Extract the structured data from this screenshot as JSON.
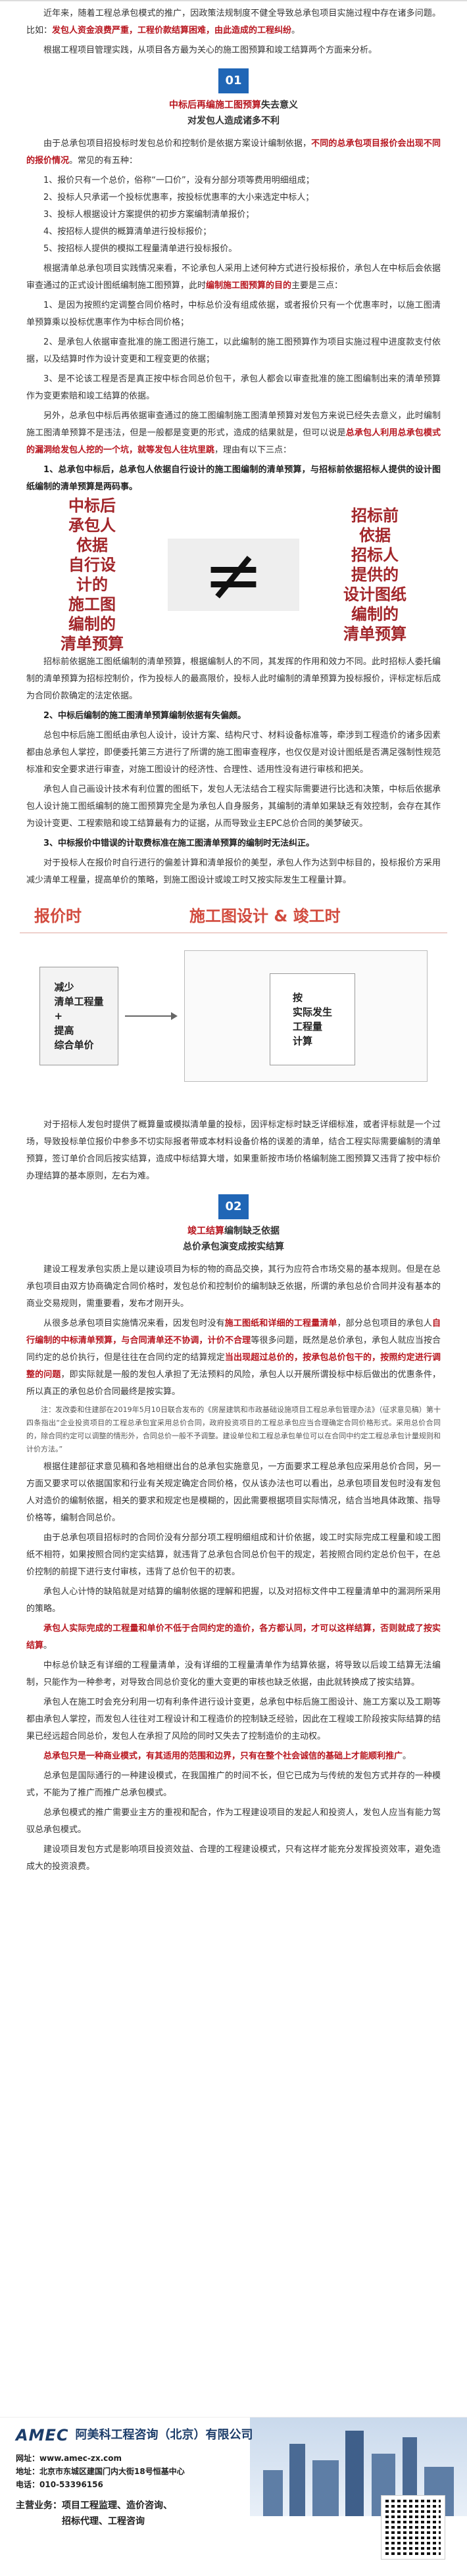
{
  "intro": {
    "p1_a": "近年来，随着工程总承包模式的推广，因政策法规制度不健全导致总承包项目实施过程中存在诸多问题。比如：",
    "p1_red": "发包人资金浪费严重，工程价款结算困难，由此造成的工程纠纷",
    "p1_b": "。",
    "p2": "根据工程项目管理实践，从项目各方最为关心的施工图预算和竣工结算两个方面来分析。"
  },
  "section1": {
    "badge": "01",
    "title_red": "中标后再编施工图预算",
    "title_rest": "失去意义",
    "subtitle": "对发包人造成诸多不利",
    "p1_a": "由于总承包项目招投标时发包总价和控制价是依据方案设计编制依据，",
    "p1_red": "不同的总承包项目报价会出现不同的报价情况",
    "p1_b": "。常见的有五种：",
    "list": [
      "1、报价只有一个总价，俗称“一口价”，没有分部分项等费用明细组成；",
      "2、投标人只承诺一个投标优惠率，按投标优惠率的大小来选定中标人；",
      "3、投标人根据设计方案提供的初步方案编制清单报价；",
      "4、按招标人提供的概算清单进行投标报价；",
      "5、按招标人提供的模拟工程量清单进行投标报价。"
    ],
    "p2_a": "根据清单总承包项目实践情况来看，不论承包人采用上述何种方式进行投标报价，承包人在中标后会依据审查通过的正式设计图纸编制施工图预算，此时",
    "p2_red": "编制施工图预算的目的",
    "p2_b": "主要是三点：",
    "p3": "1、是因为按照约定调整合同价格时，中标总价没有组成依据，或者报价只有一个优惠率时，以施工图清单预算乘以投标优惠率作为中标合同价格；",
    "p4": "2、是承包人依据审查批准的施工图进行施工，以此编制的施工图预算作为项目实施过程中进度款支付依据，以及结算时作为设计变更和工程变更的依据；",
    "p5": "3、是不论该工程是否是真正按中标合同总价包干，承包人都会以审查批准的施工图编制出来的清单预算作为变更索赔和竣工结算的依据。",
    "p6_a": "另外，总承包中标后再依据审查通过的施工图编制施工图清单预算对发包方来说已经失去意义，此时编制施工图清单预算不是违法，但是一般都是变更的形式，造成的结果就是，但可以说是",
    "p6_red": "总承包人利用总承包模式的漏洞给发包人挖的一个坑，就等发包人往坑里跳",
    "p6_b": "，理由有以下三点：",
    "point1": "1、总承包中标后，总承包人依据自行设计的施工图编制的清单预算，与招标前依据招标人提供的设计图纸编制的清单预算是两码事。",
    "fig1_left": "中标后\n承包人\n依据\n自行设\n计的\n施工图\n编制的\n清单预算",
    "fig1_symbol": "≠",
    "fig1_right": "招标前\n依据\n招标人\n提供的\n设计图纸\n编制的\n清单预算",
    "p7": "招标前依据施工图纸编制的清单预算，根据编制人的不同，其发挥的作用和效力不同。此时招标人委托编制的清单预算为招标控制价，作为投标人的最高限价，投标人此时编制的清单预算为投标报价，评标定标后成为合同价款确定的法定依据。",
    "point2": "2、中标后编制的施工图清单预算编制依据有失偏颇。",
    "p8": "总包中标后施工图纸由承包人设计，设计方案、结构尺寸、材料设备标准等，牵涉到工程造价的诸多因素都由总承包人掌控，即便委托第三方进行了所谓的施工图审查程序，也仅仅是对设计图纸是否满足强制性规范标准和安全要求进行审查，对施工图设计的经济性、合理性、适用性没有进行审核和把关。",
    "p9": "承包人自己画设计技术有利位置的图纸下，发包人无法结合工程实际需要进行比选和决策，中标后依据承包人设计施工图纸编制的施工图预算完全是为承包人自身服务，其编制的清单如果缺乏有效控制，会存在其作为设计变更、工程索赔和竣工结算最有力的证据，从而导致业主EPC总价合同的美梦破灭。",
    "point3": "3、中标报价中错误的计取费标准在施工图清单预算的编制时无法纠正。",
    "p10": "对于投标人在报价时自行进行的偏差计算和清单报价的美型，承包人作为达到中标目的，投标报价方采用减少清单工程量，提高单价的策略，到施工图设计或竣工时又按实际发生工程量计算。",
    "fig2_left_head": "报价时",
    "fig2_right_head": "施工图设计 & 竣工时",
    "fig2_box1": "减少\n清单工程量\n+\n提高\n综合单价",
    "fig2_box2": "按\n实际发生\n工程量\n计算",
    "p11": "对于招标人发包时提供了概算量或模拟清单量的投标，因评标定标时缺乏详细标准，或者评标就是一个过场，导致投标单位报价中参多不切实际报者带或本材料设备价格的误差的清单，结合工程实际需要编制的清单预算，签订单价合同后按实结算，造成中标结算大增，如果重新按市场价格编制施工图预算又违背了按中标价办理结算的基本原则，左右为难。"
  },
  "section2": {
    "badge": "02",
    "title_red": "竣工结算",
    "title_rest": "编制缺乏依据",
    "subtitle": "总价承包演变成按实结算",
    "p1": "建设工程发承包实质上是以建设项目为标的物的商品交换，其行为应符合市场交易的基本规则。但是在总承包项目由双方协商确定合同价格时，发包总价和控制价的编制缺乏依据，所谓的承包总价合同并没有基本的商业交易规则，需重要看，发布才刚开头。",
    "p2_a": "从很多总承包项目实施情况来看，因发包时没有",
    "p2_red": "施工图纸和详细的工程量清单",
    "p2_b": "，部分总包项目的承包人",
    "p2_red2": "自行编制的中标清单预算，与合同清单还不协调，计价不合理",
    "p2_c": "等很多问题，既然是总价承包，承包人就应当按合同约定的总价执行，但是往往在合同约定的结算规定",
    "p2_red3": "当出现超过总价的，按承包总价包干的，按照约定进行调整的问题",
    "p2_d": "，即实际就是一般的发包人承担了无法预料的风险，承包人以开展所谓投标中标后做出的优惠条件，所以真正的承包总价合同最终是按实算。",
    "note": "注：发改委和住建部在2019年5月10日联合发布的《房屋建筑和市政基础设施项目工程总承包管理办法》（征求意见稿）第十四条指出“企业投资项目的工程总承包宜采用总价合同，政府投资项目的工程总承包应当合理确定合同价格形式。采用总价合同的，除合同约定可以调整的情形外，合同总价一般不予调整。建设单位和工程总承包单位可以在合同中约定工程总承包计量规则和计价方法。”",
    "p3": "根据住建部征求意见稿和各地相继出台的总承包实施意见，一方面要求工程总承包应采用总价合同，另一方面又要求可以依据国家和行业有关规定确定合同价格，仅从该办法也可以看出，总承包项目发包时没有发包人对造价的编制依据，相关的要求和规定也是模糊的，因此需要根据项目实际情况，结合当地具体政策、指导价格等，编制合同总价。",
    "p4": "由于总承包项目招标时的合同价没有分部分项工程明细组成和计价依据，竣工时实际完成工程量和竣工图纸不相符，如果按照合同约定实结算，就违背了总承包合同总价包干的规定，若按照合同约定总价包干，在总价控制的前提下进行支付审核，违背了总价包干的初衷。",
    "p5": "承包人心计恃的缺陷就是对结算的编制依据的理解和把握，以及对招标文件中工程量清单中的漏洞所采用的策略。",
    "p6_red": "承包人实际完成的工程量和单价不低于合同约定的造价，各方都认同，才可以这样结算，否则就成了按实结算",
    "p6_b": "。",
    "p7": "中标总价缺乏有详细的工程量清单，没有详细的工程量清单作为结算依据，将导致以后竣工结算无法编制，只能作为一种参考，对导致合同总价变化的重大变更的审核也缺乏依据，由此就转换成了按实结算。",
    "p8": "承包人在施工时会充分利用一切有利条件进行设计变更，总承包中标后施工图设计、施工方案以及工期等都由承包人掌控，而发包人往往对工程设计和工程造价的控制缺乏经验，因此在工程竣工阶段按实际结算的结果已经远超合同总价，发包人在承担了风险的同时又失去了控制造价的主动权。",
    "p9_red": "总承包只是一种商业模式，有其适用的范围和边界，只有在整个社会诚信的基础上才能顺利推广",
    "p9_b": "。",
    "p10": "总承包是国际通行的一种建设模式，在我国推广的时间不长，但它已成为与传统的发包方式并存的一种模式，不能为了推广而推广总承包模式。",
    "p11": "总承包模式的推广需要业主方的重视和配合，作为工程建设项目的发起人和投资人，发包人应当有能力驾驭总承包模式。",
    "p12": "建设项目发包方式是影响项目投资效益、合理的工程建设模式，只有这样才能充分发挥投资效率，避免造成大的投资浪费。"
  },
  "footer": {
    "logo_a": "AMEC",
    "company": "阿美科工程咨询（北京）有限公司",
    "website_label": "网址：",
    "website": "www.amec-zx.com",
    "address_label": "地址：",
    "address": "北京市东城区建国门内大街18号恒基中心",
    "phone_label": "电话：",
    "phone": "010-53396156",
    "biz_label": "主营业务：",
    "biz_line1": "项目工程监理、造价咨询、",
    "biz_line2": "招标代理、工程咨询"
  },
  "colors": {
    "accent_red": "#b8161f",
    "badge_blue": "#2066b6",
    "brand_navy": "#1c3d6a"
  }
}
